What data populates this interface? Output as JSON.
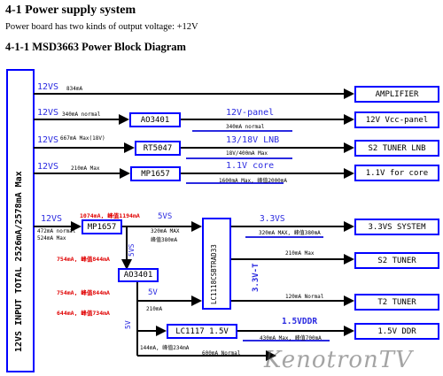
{
  "doc": {
    "section_title": "4-1 Power supply system",
    "intro": "Power board has two kinds of output voltage: +12V",
    "subsection_title": "4-1-1 MSD3663 Power Block Diagram"
  },
  "diagram": {
    "input_bar": "12VS INPUT TOTAL 2526mA/2578mA Max",
    "rails": [
      {
        "in": "12VS",
        "current": "834mA",
        "chip": "",
        "out_label": "",
        "out_current": "",
        "dest": "AMPLIFIER"
      },
      {
        "in": "12VS",
        "current": "340mA normal",
        "chip": "AO3401",
        "out_label": "12V-panel",
        "out_current": "340mA normal",
        "dest": "12V Vcc-panel"
      },
      {
        "in": "12VS",
        "current": "667mA Max(18V)",
        "chip": "RT5047",
        "out_label": "13/18V LNB",
        "out_current": "18V/400mA Max",
        "dest": "S2 TUNER LNB"
      },
      {
        "in": "12VS",
        "current": "210mA Max",
        "chip": "MP1657",
        "out_label": "1.1V core",
        "out_current": "1600mA Max, 峰值2000mA",
        "dest": "1.1V for core"
      }
    ],
    "sub": {
      "in": "12VS",
      "in_current_1": "472mA normal",
      "in_current_2": "524mA Max",
      "mp1657_red": "1074mA, 峰值1194mA",
      "chip_mp1657": "MP1657",
      "net_5vs": "5VS",
      "net_5vs_v": "5VS",
      "curr_320": "320mA MAX",
      "curr_320b": "峰值380mA",
      "chip_ao3401": "AO3401",
      "red_754a": "754mA, 峰值844mA",
      "red_754b": "754mA, 峰值844mA",
      "red_644": "644mA, 峰值734mA",
      "net_5v": "5V",
      "net_5v_v": "5V",
      "curr_210": "210mA",
      "ldo": "LC1118CSBTRAD33",
      "net_33vs": "3.3VS",
      "curr_33vs": "320mA MAX, 峰值380mA",
      "dest_33vs": "3.3VS SYSTEM",
      "curr_s2": "210mA Max",
      "dest_s2": "S2 TUNER",
      "net_33vt": "3.3V-T",
      "curr_t2": "120mA Normal",
      "dest_t2": "T2 TUNER",
      "chip_lc1117": "LC1117 1.5V",
      "net_15vddr": "1.5VDDR",
      "curr_ddr": "430mA Max, 峰值700mA",
      "dest_ddr": "1.5V DDR",
      "curr_144": "144mA, 峰值234mA",
      "curr_600": "600mA Normal"
    },
    "watermark": "KenotronTV"
  },
  "colors": {
    "blue": "#2a2ae0",
    "box_border": "#0000ff",
    "red": "#e00000"
  }
}
